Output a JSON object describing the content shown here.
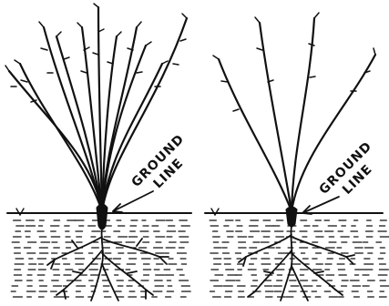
{
  "figure": {
    "left_plant": {
      "label_line1": "GROUND",
      "label_line2": "LINE"
    },
    "right_plant": {
      "label_line1": "GROUND",
      "label_line2": "LINE"
    },
    "colors": {
      "ink": "#111111",
      "background": "#ffffff"
    }
  }
}
